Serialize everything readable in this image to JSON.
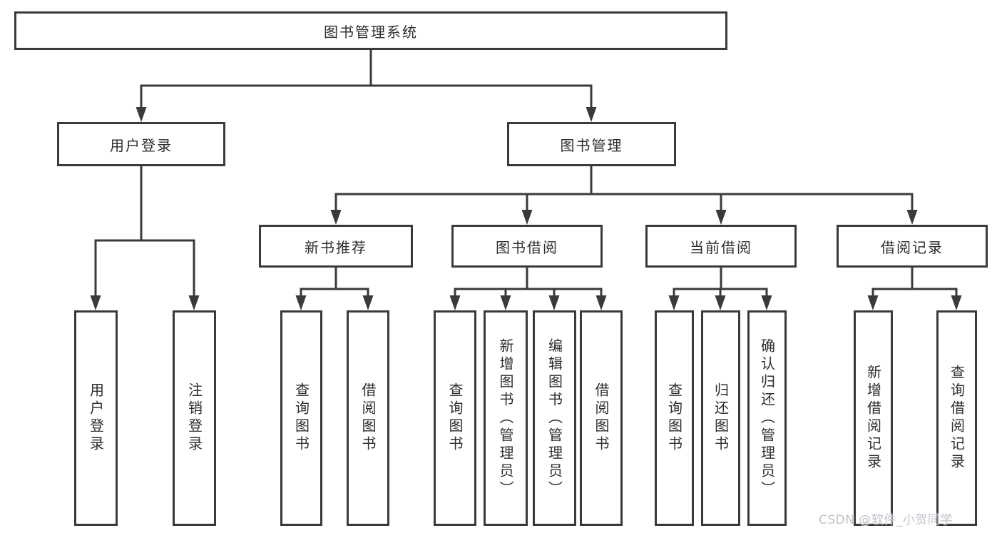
{
  "colors": {
    "border": "#3a3a3a",
    "line": "#3a3a3a",
    "text": "#2d2d2d",
    "background": "#ffffff",
    "watermark": "#bfc3cb"
  },
  "watermark": "CSDN @软件_小贺同学",
  "tree": {
    "root": "图书管理系统",
    "branches": [
      {
        "label": "用户登录",
        "leaves": [
          "用户登录",
          "注销登录"
        ]
      },
      {
        "label": "图书管理",
        "groups": [
          {
            "label": "新书推荐",
            "leaves": [
              "查询图书",
              "借阅图书"
            ]
          },
          {
            "label": "图书借阅",
            "leaves": [
              "查询图书",
              "新增图书（管理员）",
              "编辑图书（管理员）",
              "借阅图书"
            ]
          },
          {
            "label": "当前借阅",
            "leaves": [
              "查询图书",
              "归还图书",
              "确认归还（管理员）"
            ]
          },
          {
            "label": "借阅记录",
            "leaves": [
              "新增借阅记录",
              "查询借阅记录"
            ]
          }
        ]
      }
    ]
  }
}
